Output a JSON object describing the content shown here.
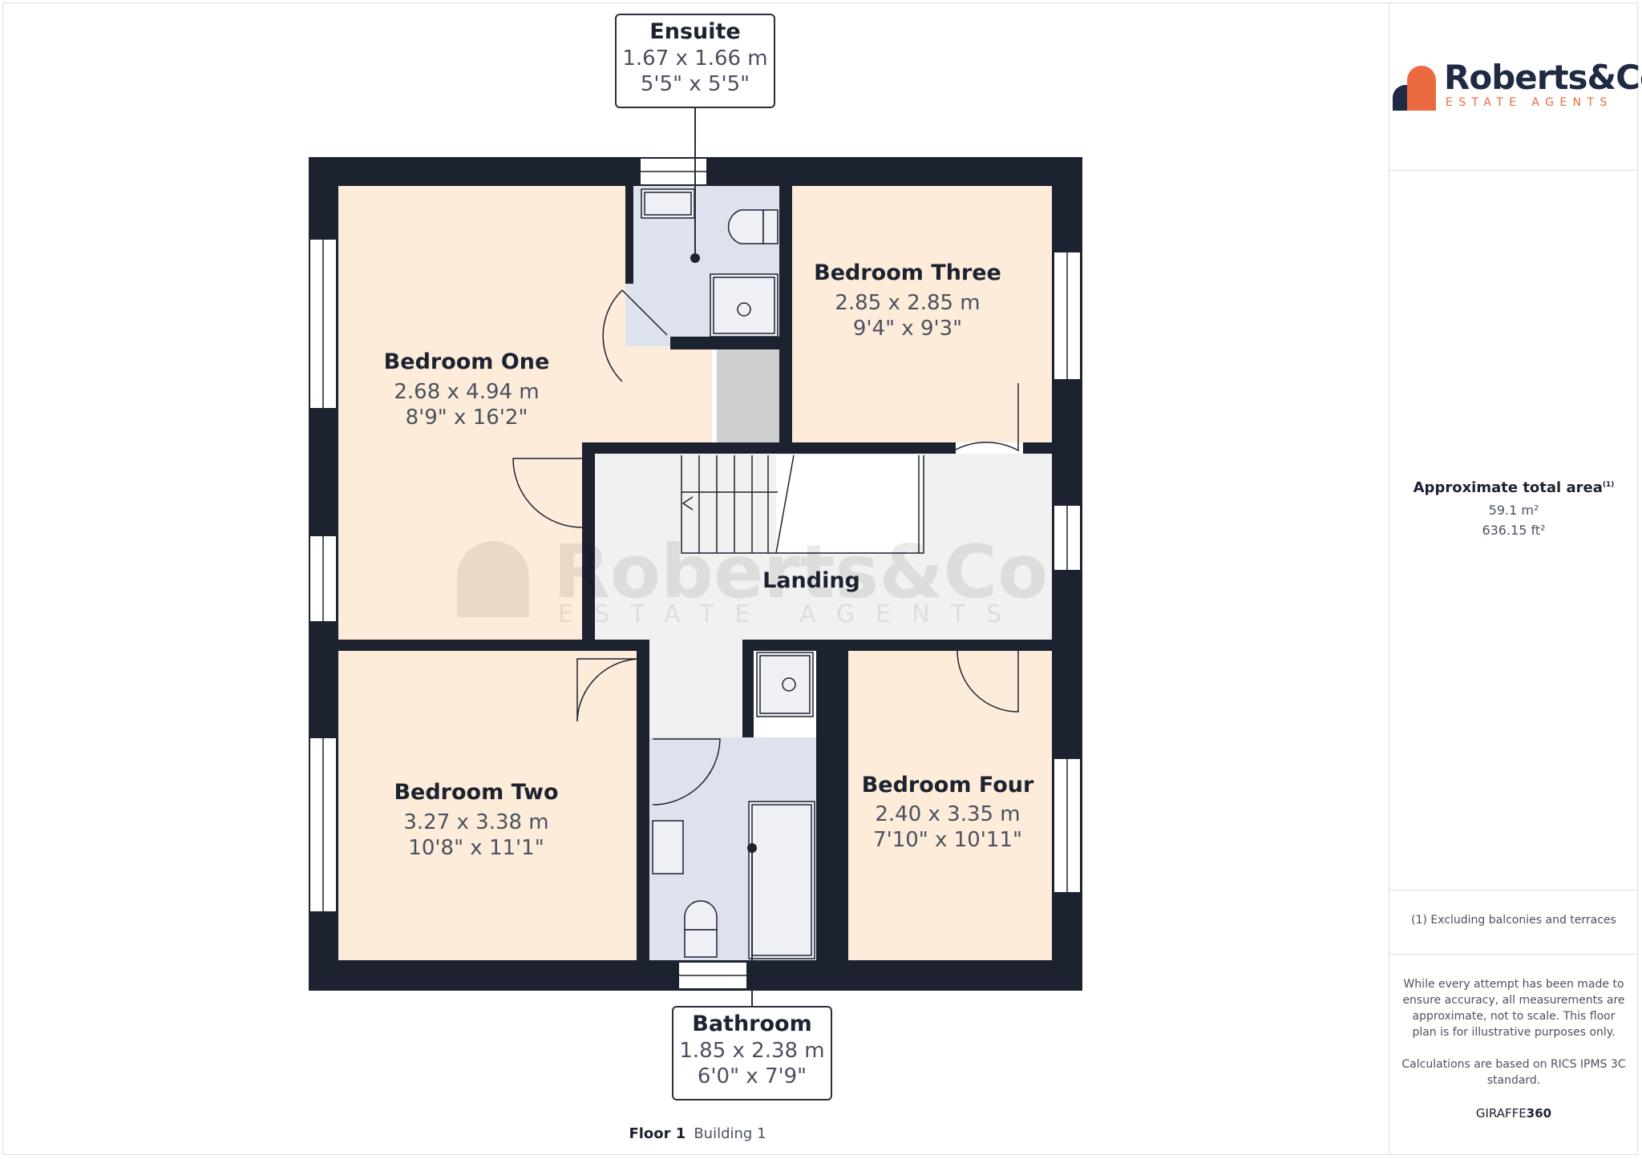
{
  "rooms": {
    "bedroom_one": {
      "name": "Bedroom One",
      "metric": "2.68 x 4.94 m",
      "imperial": "8'9\" x 16'2\""
    },
    "bedroom_two": {
      "name": "Bedroom Two",
      "metric": "3.27 x 3.38 m",
      "imperial": "10'8\" x 11'1\""
    },
    "bedroom_three": {
      "name": "Bedroom Three",
      "metric": "2.85 x 2.85 m",
      "imperial": "9'4\" x 9'3\""
    },
    "bedroom_four": {
      "name": "Bedroom Four",
      "metric": "2.40 x 3.35 m",
      "imperial": "7'10\" x 10'11\""
    },
    "landing": {
      "name": "Landing"
    },
    "ensuite": {
      "name": "Ensuite",
      "metric": "1.67 x 1.66 m",
      "imperial": "5'5\" x 5'5\""
    },
    "bathroom": {
      "name": "Bathroom",
      "metric": "1.85 x 2.38 m",
      "imperial": "6'0\" x 7'9\""
    }
  },
  "watermark": {
    "name": "Roberts&Co",
    "sub": "ESTATE AGENTS"
  },
  "brand": {
    "name": "Roberts&Co",
    "tagline": "ESTATE AGENTS"
  },
  "area": {
    "title": "Approximate total area",
    "footnote_marker": "(1)",
    "metric": "59.1 m²",
    "imperial": "636.15 ft²"
  },
  "footnote": "(1) Excluding balconies and terraces",
  "disclaimer": "While every attempt has been made to ensure accuracy, all measurements are approximate, not to scale. This floor plan is for illustrative purposes only.",
  "calculations_note": "Calculations are based on RICS IPMS 3C standard.",
  "software": {
    "prefix": "GIRAFFE",
    "suffix": "360"
  },
  "floor": {
    "label": "Floor 1",
    "building": "Building 1"
  },
  "colors": {
    "wall": "#1c2230",
    "bedroom_fill": "#fdecd9",
    "wet_room_fill": "#dde2ee",
    "landing_fill": "#f1f1f1",
    "accent": "#ec6a3f",
    "brand_dark": "#1f2a44"
  }
}
